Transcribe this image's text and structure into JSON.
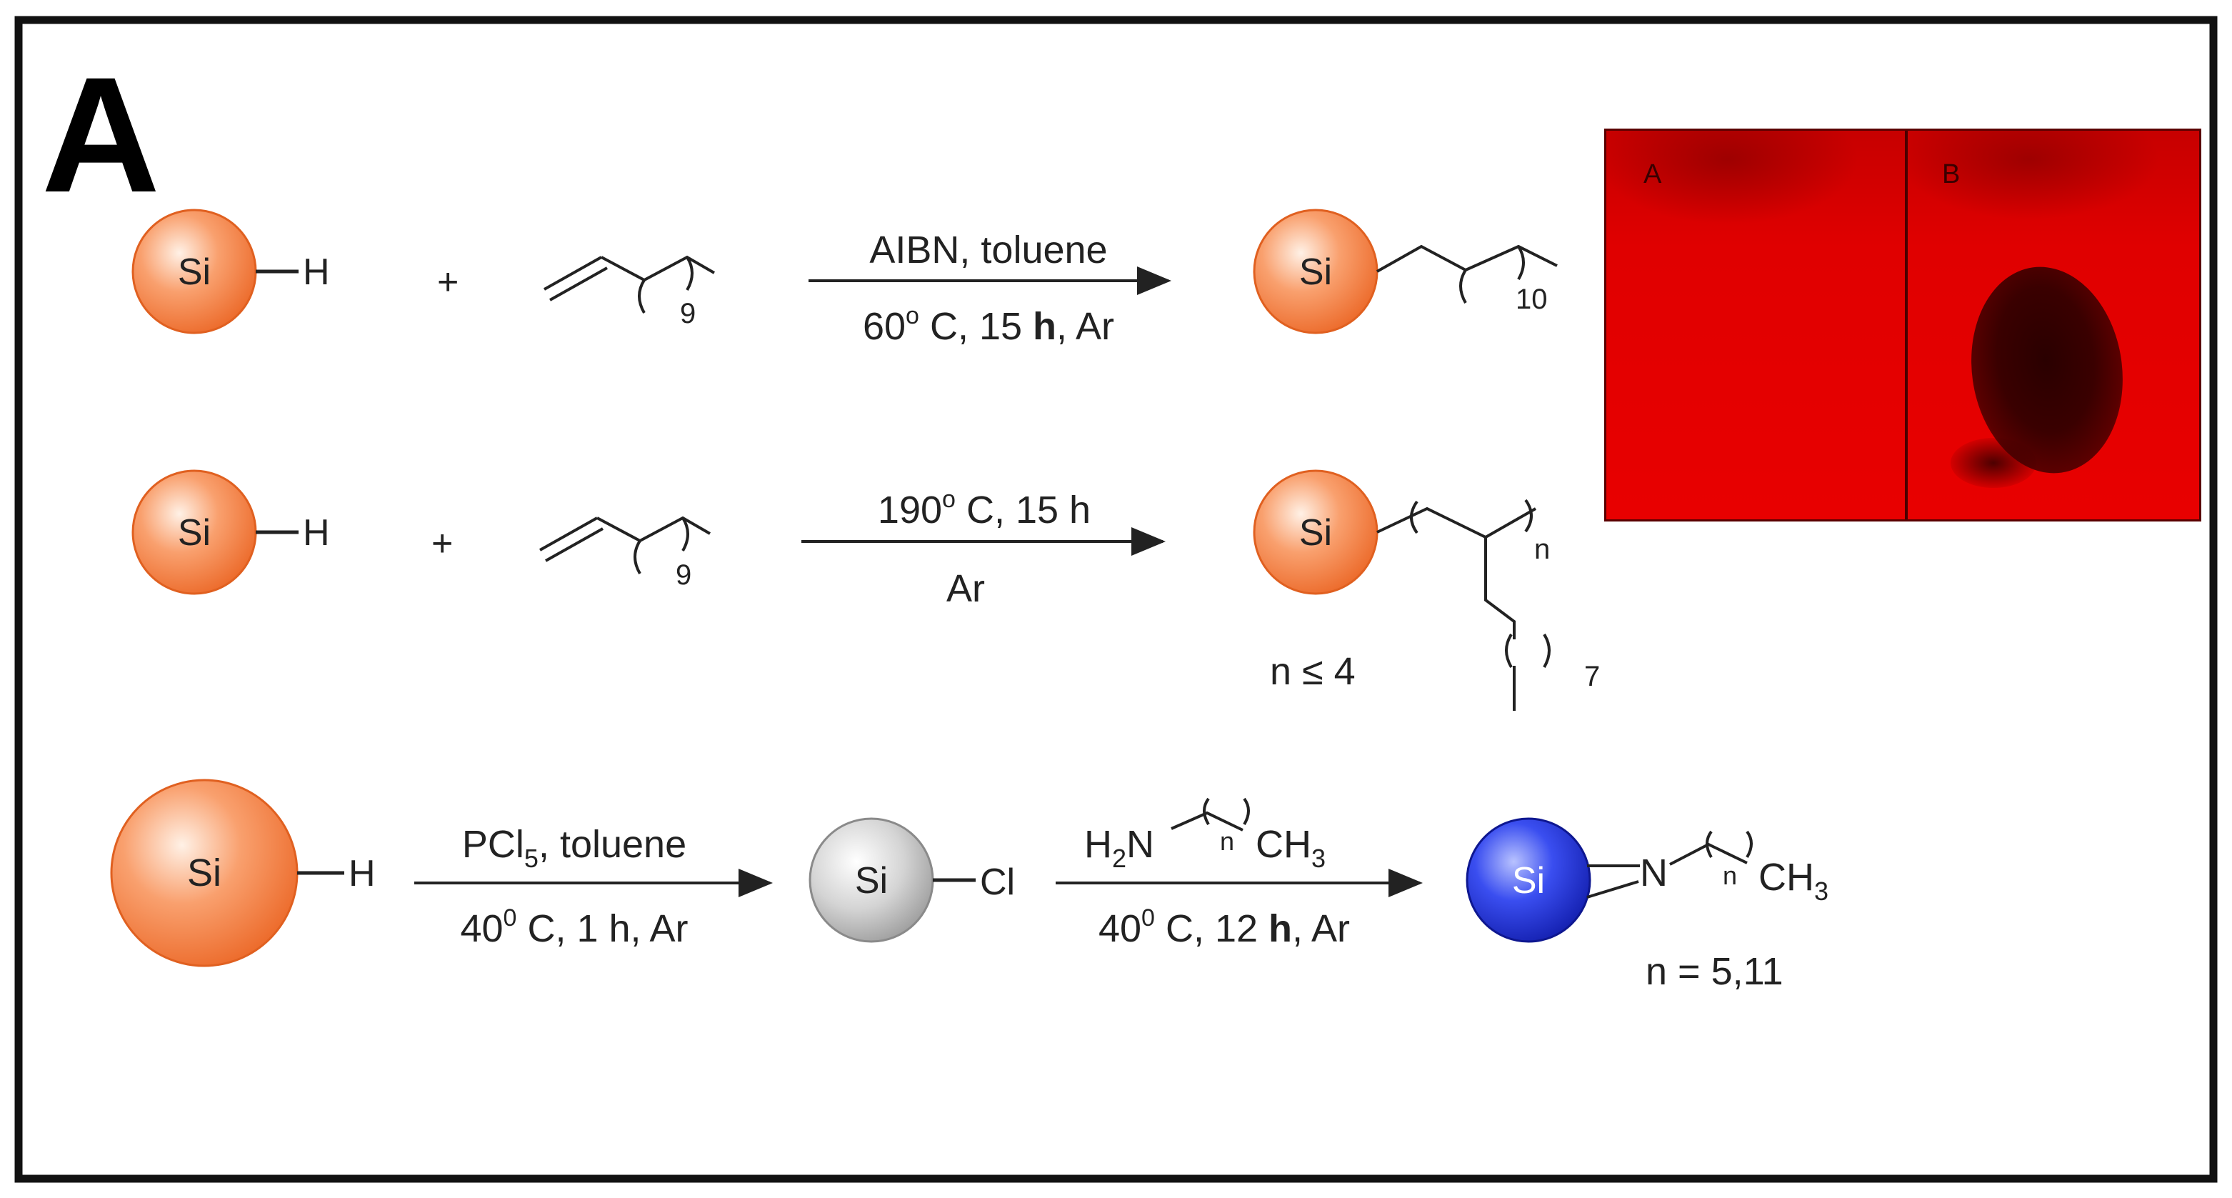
{
  "panel_label": "A",
  "atom_si": "Si",
  "atom_h": "H",
  "atom_cl": "Cl",
  "atom_n": "N",
  "plus_sign": "+",
  "h2n_prefix": "H",
  "h2n_sub": "2",
  "h2n_n": "N",
  "ch3_c": "CH",
  "ch3_sub": "3",
  "repeat_n": "n",
  "reaction1": {
    "reagent_sub": "9",
    "cond_top": "AIBN, toluene",
    "cond_bottom_pre": "60",
    "cond_bottom_deg": "o",
    "cond_bottom_mid": " C, 15 ",
    "cond_bottom_bold": "h",
    "cond_bottom_post": ", Ar",
    "product_sub": "10"
  },
  "reaction2": {
    "reagent_sub": "9",
    "cond_top_pre": "190",
    "cond_top_deg": "o",
    "cond_top_post": " C, 15 h",
    "cond_bottom": "Ar",
    "product_n": "n",
    "product_side_sub": "7",
    "note": "n ≤ 4"
  },
  "reaction3": {
    "cond1_top_pre": "PCl",
    "cond1_top_sub": "5",
    "cond1_top_post": ", toluene",
    "cond1_bottom_pre": "40",
    "cond1_bottom_deg": "0",
    "cond1_bottom_post": " C, 1 h, Ar",
    "cond2_bottom_pre": "40",
    "cond2_bottom_deg": "0",
    "cond2_bottom_mid": " C, 12 ",
    "cond2_bottom_bold": "h",
    "cond2_bottom_post": ", Ar",
    "note": "n = 5,11"
  },
  "photo": {
    "label_left": "A",
    "label_right": "B"
  },
  "colors": {
    "si_orange": "#f47a3c",
    "si_grey": "#c8c8c8",
    "si_blue": "#1f2fd6",
    "photo_red": "#e00000",
    "frame": "#111111"
  }
}
